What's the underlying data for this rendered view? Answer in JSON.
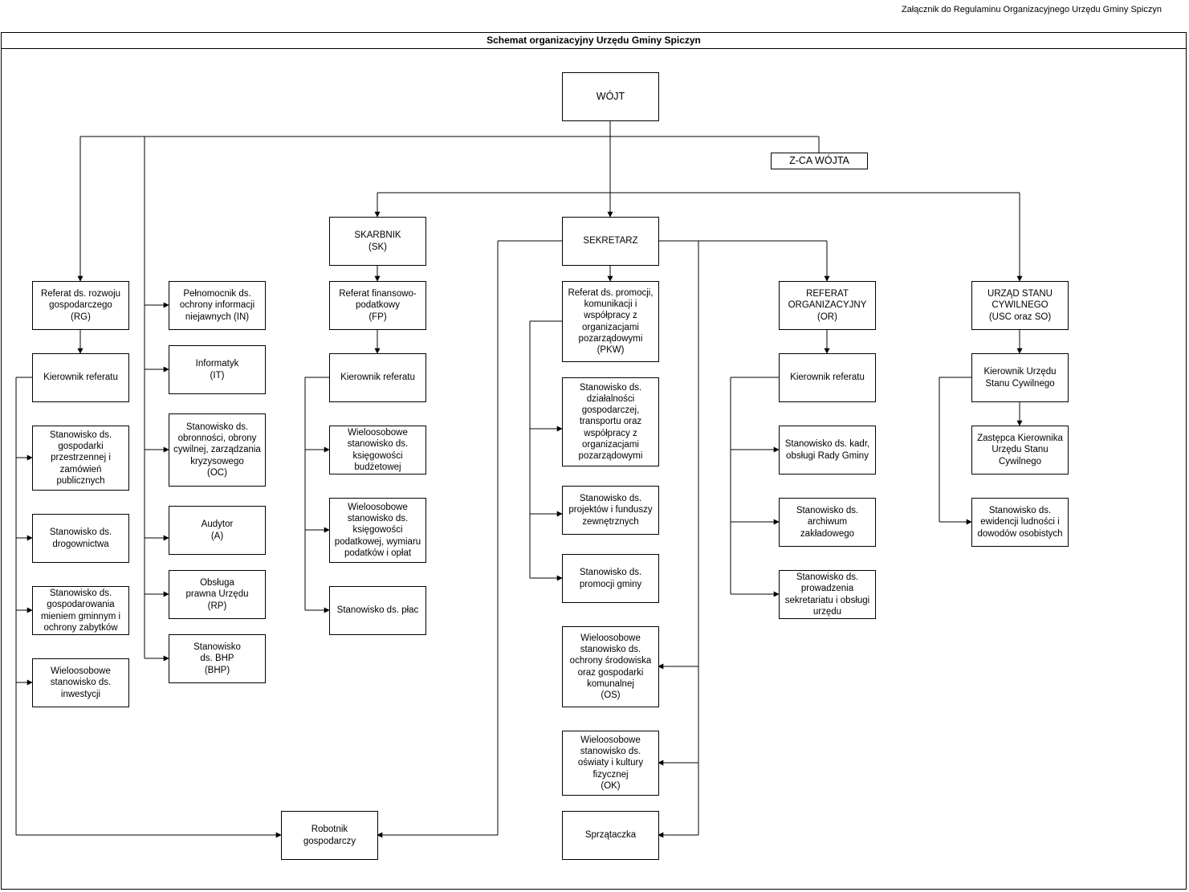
{
  "header": {
    "attachment_note": "Załącznik do Regulaminu Organizacyjnego Urzędu Gminy Spiczyn",
    "diagram_title": "Schemat organizacyjny Urzędu Gminy Spiczyn"
  },
  "nodes": {
    "wojt": "WÓJT",
    "zca_wojta": "Z-CA WÓJTA",
    "skarbnik": "SKARBNIK\n(SK)",
    "sekretarz": "SEKRETARZ",
    "rg": "Referat ds. rozwoju gospodarczego\n(RG)",
    "rg_kierownik": "Kierownik referatu",
    "rg_przestrzenna": "Stanowisko ds. gospodarki przestrzennej i zamówień publicznych",
    "rg_drogownictwo": "Stanowisko ds. drogownictwa",
    "rg_mienie": "Stanowisko ds. gospodarowania mieniem gminnym i ochrony zabytków",
    "rg_inwestycje": "Wieloosobowe stanowisko ds. inwestycji",
    "in": "Pełnomocnik ds. ochrony informacji niejawnych (IN)",
    "it": "Informatyk\n(IT)",
    "oc": "Stanowisko ds. obronności, obrony cywilnej, zarządzania kryzysowego\n(OC)",
    "a": "Audytor\n(A)",
    "rp": "Obsługa\nprawna Urzędu\n(RP)",
    "bhp": "Stanowisko\nds. BHP\n(BHP)",
    "fp": "Referat finansowo-podatkowy\n(FP)",
    "fp_kierownik": "Kierownik referatu",
    "fp_budzet": "Wieloosobowe stanowisko ds. księgowości budżetowej",
    "fp_podatki": "Wieloosobowe stanowisko ds. księgowości podatkowej, wymiaru podatków i opłat",
    "fp_place": "Stanowisko ds. płac",
    "robotnik": "Robotnik gospodarczy",
    "pkw": "Referat ds. promocji, komunikacji i współpracy z organizacjami pozarządowymi\n(PKW)",
    "pkw_dzialalnosc": "Stanowisko ds. działalności gospodarczej, transportu oraz współpracy z organizacjami pozarządowymi",
    "pkw_projekty": "Stanowisko ds. projektów i funduszy zewnętrznych",
    "pkw_promocja": "Stanowisko ds. promocji gminy",
    "os": "Wieloosobowe stanowisko ds. ochrony środowiska oraz gospodarki komunalnej\n(OS)",
    "ok": "Wieloosobowe stanowisko ds. oświaty i kultury fizycznej\n(OK)",
    "sprzataczka": "Sprzątaczka",
    "or": "REFERAT ORGANIZACYJNY\n(OR)",
    "or_kierownik": "Kierownik referatu",
    "or_kadry": "Stanowisko ds. kadr, obsługi Rady Gminy",
    "or_archiwum": "Stanowisko ds. archiwum zakładowego",
    "or_sekretariat": "Stanowisko ds. prowadzenia sekretariatu i obsługi urzędu",
    "usc": "URZĄD STANU CYWILNEGO\n(USC oraz SO)",
    "usc_kierownik": "Kierownik Urzędu Stanu Cywilnego",
    "usc_zastepca": "Zastępca Kierownika Urzędu Stanu Cywilnego",
    "usc_ewidencja": "Stanowisko ds. ewidencji ludności i dowodów osobistych"
  }
}
